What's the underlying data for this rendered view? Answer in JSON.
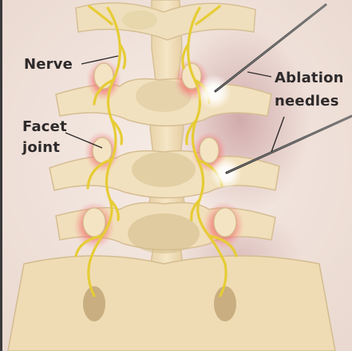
{
  "labels": {
    "nerve": "Nerve",
    "facet_line1": "Facet",
    "facet_line2": "joint",
    "ablation_line1": "Ablation",
    "ablation_line2": "needles"
  },
  "colors": {
    "background": "#f2e6df",
    "bone": "#efddb8",
    "bone_shadow": "#d9c39a",
    "nerve": "#e8cf3a",
    "inflammation": "#f05a5a",
    "tissue_tint": "#c79a9a",
    "needle": "#4a4a4a",
    "label_text": "#2e2a2b"
  }
}
